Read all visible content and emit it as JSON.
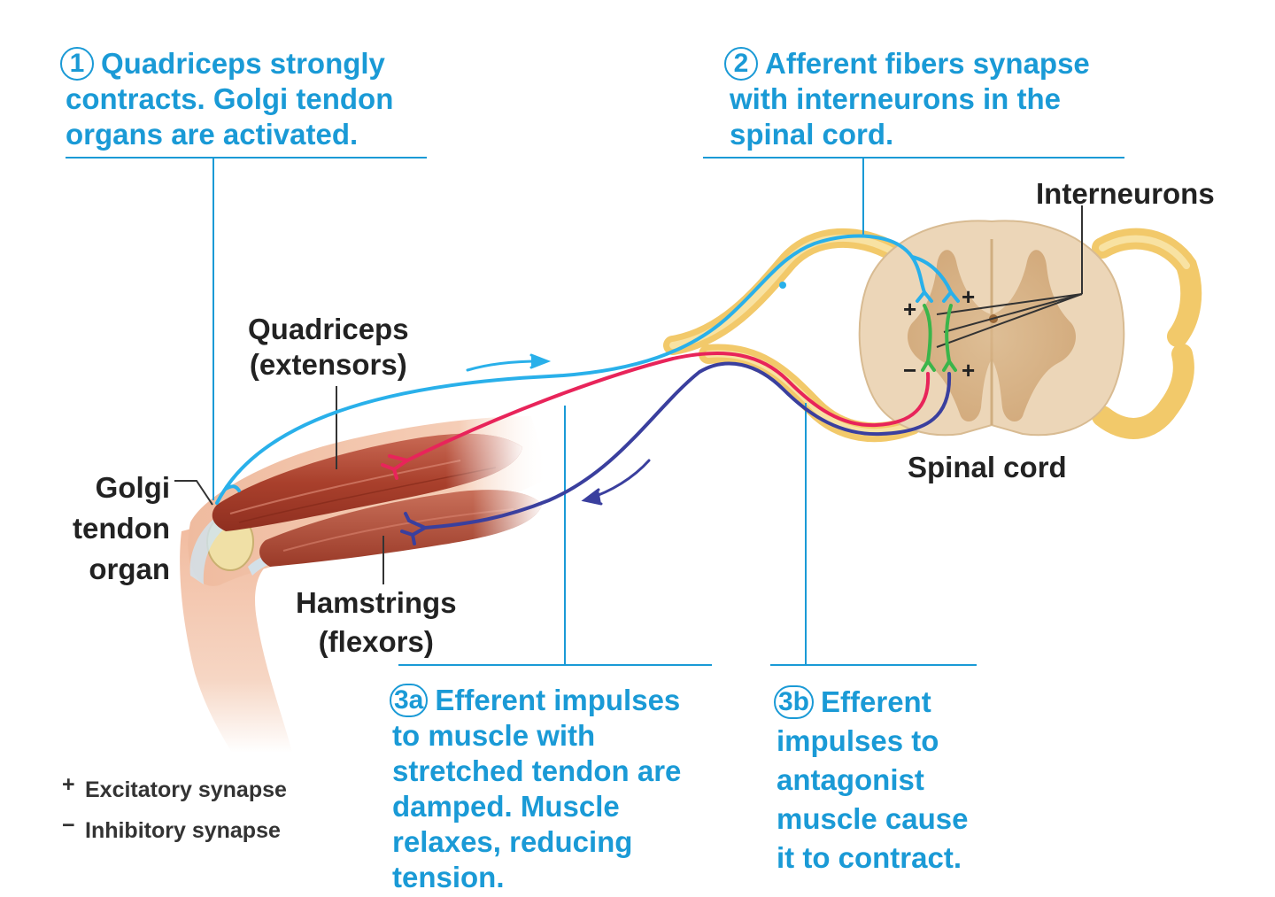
{
  "steps": [
    {
      "num": "1",
      "lines": [
        "Quadriceps strongly",
        "contracts. Golgi tendon",
        "organs are activated."
      ]
    },
    {
      "num": "2",
      "lines": [
        "Afferent fibers synapse",
        "with interneurons in the",
        "spinal cord."
      ]
    },
    {
      "num": "3a",
      "lines": [
        "Efferent impulses",
        "to muscle with",
        "stretched tendon are",
        "damped. Muscle",
        "relaxes, reducing",
        "tension."
      ]
    },
    {
      "num": "3b",
      "lines": [
        "Efferent",
        "impulses to",
        "antagonist",
        "muscle cause",
        "it to contract."
      ]
    }
  ],
  "labels": {
    "interneurons": "Interneurons",
    "spinal_cord": "Spinal cord",
    "quadriceps": [
      "Quadriceps",
      "(extensors)"
    ],
    "hamstrings": [
      "Hamstrings",
      "(flexors)"
    ],
    "golgi": [
      "Golgi",
      "tendon",
      "organ"
    ]
  },
  "synapse_signs": {
    "plus": "+",
    "minus": "−"
  },
  "legend": {
    "excitatory": {
      "symbol": "+",
      "text": "Excitatory synapse"
    },
    "inhibitory": {
      "symbol": "−",
      "text": "Inhibitory synapse"
    }
  },
  "colors": {
    "step_text": "#1a9ad6",
    "afferent": "#29b0ea",
    "efferent_quadriceps": "#e8245a",
    "efferent_hamstrings": "#3a3f9e",
    "interneuron": "#3ab54a",
    "nerve": "#f2c96a",
    "muscle": "#b8503a",
    "skin": "#f3c7ad",
    "spinal_cord": "#ecd6b8"
  }
}
